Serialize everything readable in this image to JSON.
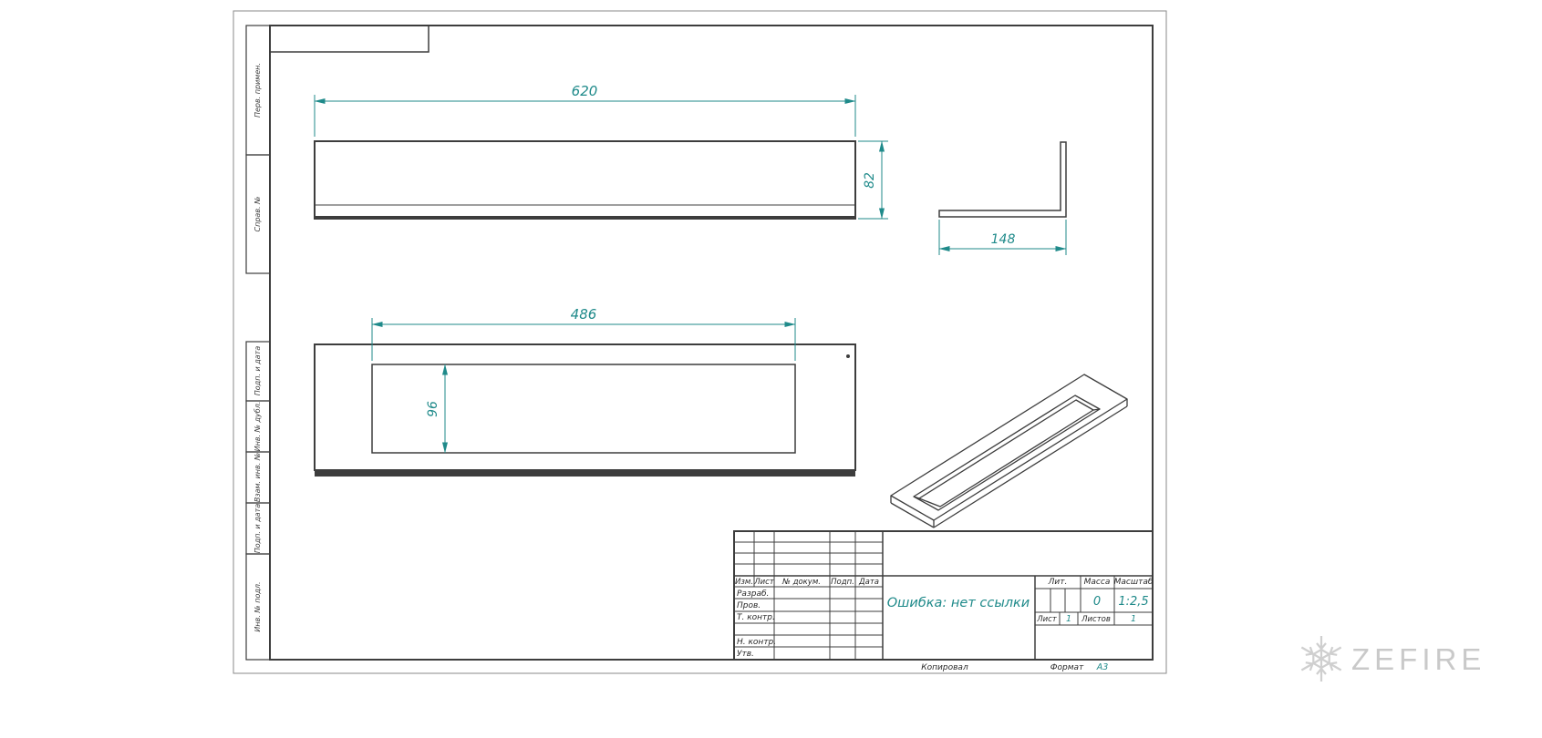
{
  "colors": {
    "accent_teal": "#1f8a8a",
    "drawing_line": "#3d3d3d",
    "watermark_gray": "#c9c9c9"
  },
  "margin_labels": {
    "perv_primen": "Перв. примен.",
    "sprav_no": "Справ. №",
    "podp_data_top": "Подп. и дата",
    "inv_dubl": "Инв. № дубл.",
    "vzam_inv": "Взам. инв. №",
    "podp_data_bottom": "Подп. и дата",
    "inv_podl": "Инв. № подл."
  },
  "dimensions": {
    "front_width": "620",
    "front_height": "82",
    "profile_depth": "148",
    "opening_width": "486",
    "opening_depth": "96"
  },
  "title_block": {
    "header": {
      "izm": "Изм.",
      "list": "Лист",
      "doc_no": "№ докум.",
      "podp": "Подп.",
      "data": "Дата"
    },
    "roles": {
      "razrab": "Разраб.",
      "prov": "Пров.",
      "t_kontr": "Т. контр.",
      "n_kontr": "Н. контр.",
      "utv": "Утв."
    },
    "doc_title": "Ошибка: нет ссылки",
    "lit_label": "Лит.",
    "mass_label": "Масса",
    "scale_label": "Масштаб",
    "mass_value": "0",
    "scale_value": "1:2,5",
    "sheet_label": "Лист",
    "sheet_value": "1",
    "sheets_label": "Листов",
    "sheets_value": "1"
  },
  "footer": {
    "kopiroval": "Копировал",
    "format_label": "Формат",
    "format_value": "А3"
  },
  "watermark": {
    "brand": "ZEFIRE"
  }
}
